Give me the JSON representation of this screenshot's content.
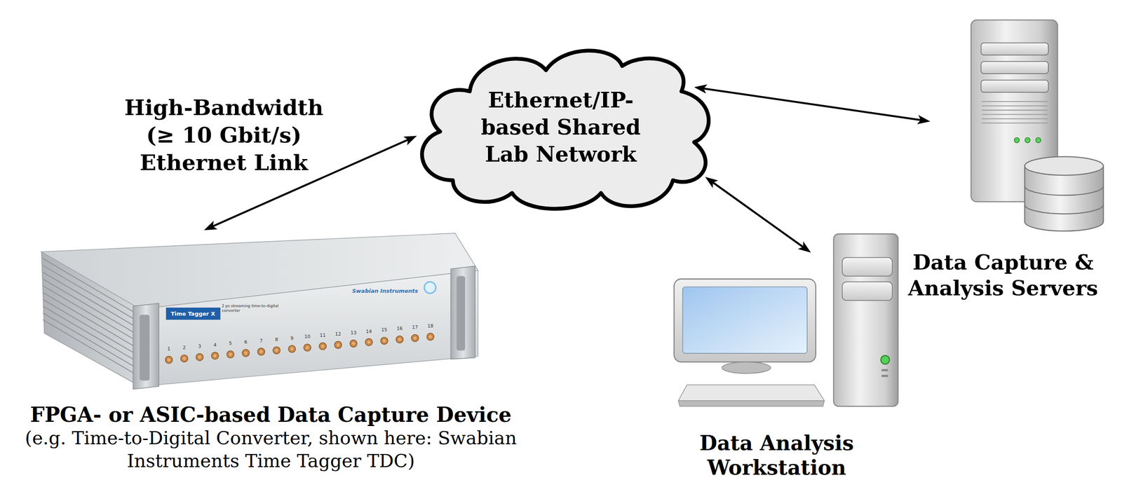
{
  "diagram": {
    "nodes": [
      {
        "text": [
          "Ethernet/IP-based Shared Lab Network"
        ]
      },
      {
        "text": [
          "FPGA- or ASIC-based Data Capture Device",
          "(e.g. Time-to-Digital Converter, shown here: Swabian Instruments Time Tagger TDC)"
        ]
      },
      {
        "text": [
          "Data Analysis Workstation"
        ]
      },
      {
        "text": [
          "Data Capture & Analysis Servers"
        ]
      }
    ],
    "edges": [
      {
        "from": 1,
        "to": 0,
        "arrow": "both",
        "label": "High-Bandwidth (≥ 10 Gbit/s) Ethernet Link"
      },
      {
        "from": 0,
        "to": 3,
        "arrow": "both"
      },
      {
        "from": 0,
        "to": 2,
        "arrow": "both"
      }
    ],
    "labels": [
      "Time Tagger X",
      "2 ps streaming time-to-digital converter",
      "Swabian Instruments",
      "1",
      "2",
      "3",
      "4",
      "5",
      "6",
      "7",
      "8",
      "9",
      "10",
      "11",
      "12",
      "13",
      "14",
      "15",
      "16",
      "17",
      "18"
    ]
  }
}
